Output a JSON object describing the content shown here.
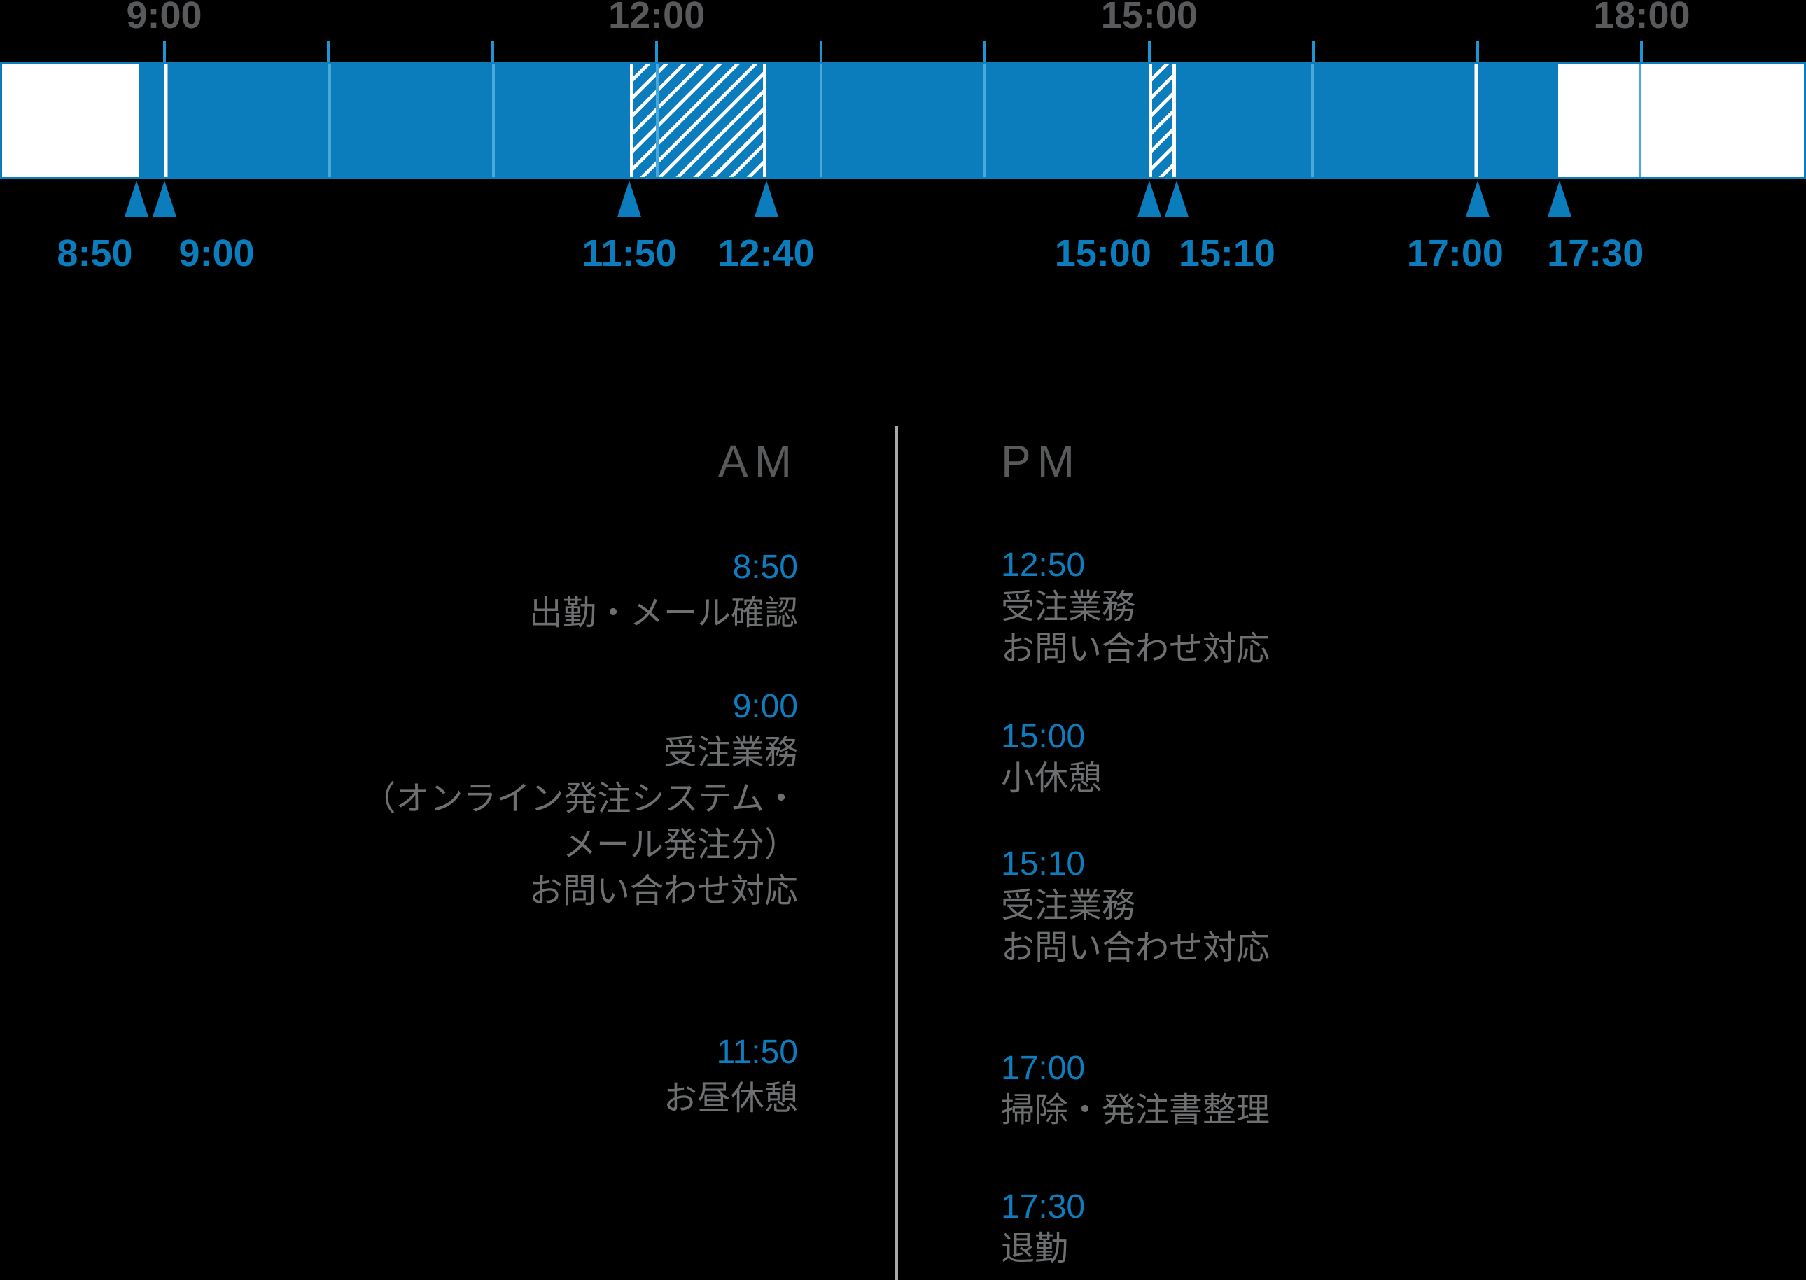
{
  "colors": {
    "background": "#000000",
    "bar_blue": "#0b7cbc",
    "tick_blue": "#1b95d3",
    "grid_blue": "#4aa9db",
    "time_blue": "#0f7cbd",
    "axis_gray": "#58595b",
    "header_gray": "#58595b",
    "text_gray": "#6d6f71",
    "divider_gray": "#a6a8aa",
    "white": "#ffffff"
  },
  "timeline": {
    "start": "8:00",
    "end": "19:00",
    "axis_labels": [
      "9:00",
      "12:00",
      "15:00",
      "18:00"
    ],
    "hour_ticks": [
      "9:00",
      "10:00",
      "11:00",
      "12:00",
      "13:00",
      "14:00",
      "15:00",
      "16:00",
      "17:00",
      "18:00"
    ],
    "gridline_hours": [
      "10:00",
      "11:00",
      "12:00",
      "13:00",
      "14:00",
      "16:00",
      "18:00"
    ],
    "off_periods": [
      {
        "from": "8:00",
        "to": "8:50"
      },
      {
        "from": "17:30",
        "to": "19:00"
      }
    ],
    "break_periods": [
      {
        "from": "11:50",
        "to": "12:40"
      },
      {
        "from": "15:00",
        "to": "15:10"
      }
    ],
    "separator_times": [
      "9:00",
      "17:00"
    ],
    "markers": [
      {
        "time": "8:50",
        "label_shift": -60
      },
      {
        "time": "9:00",
        "label_shift": 75
      },
      {
        "time": "11:50",
        "label_shift": 0
      },
      {
        "time": "12:40",
        "label_shift": 0
      },
      {
        "time": "15:00",
        "label_shift": -66
      },
      {
        "time": "15:10",
        "label_shift": 72
      },
      {
        "time": "17:00",
        "label_shift": -32
      },
      {
        "time": "17:30",
        "label_shift": 51
      }
    ]
  },
  "schedule": {
    "am": {
      "title": "AM",
      "entries": [
        {
          "time": "8:50",
          "lines": [
            "出勤・メール確認"
          ]
        },
        {
          "time": "9:00",
          "lines": [
            "受注業務",
            "（オンライン発注システム・",
            "メール発注分）",
            "お問い合わせ対応"
          ]
        },
        {
          "time": "11:50",
          "lines": [
            "お昼休憩"
          ]
        }
      ]
    },
    "pm": {
      "title": "PM",
      "entries": [
        {
          "time": "12:50",
          "lines": [
            "受注業務",
            "お問い合わせ対応"
          ]
        },
        {
          "time": "15:00",
          "lines": [
            "小休憩"
          ]
        },
        {
          "time": "15:10",
          "lines": [
            "受注業務",
            "お問い合わせ対応"
          ]
        },
        {
          "time": "17:00",
          "lines": [
            "掃除・発注書整理"
          ]
        },
        {
          "time": "17:30",
          "lines": [
            "退勤"
          ]
        }
      ]
    }
  }
}
